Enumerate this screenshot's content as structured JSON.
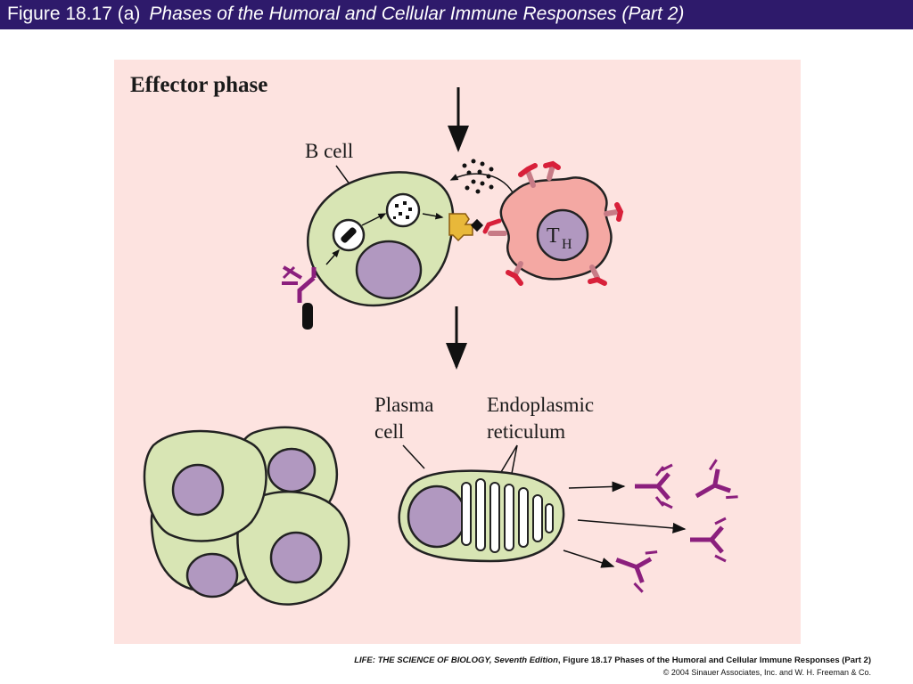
{
  "header": {
    "figure_number": "Figure 18.17 (a)",
    "figure_title": "Phases of the Humoral and Cellular Immune Responses (Part 2)"
  },
  "diagram": {
    "heading": "Effector phase",
    "labels": {
      "b_cell": "B cell",
      "th_main": "T",
      "th_sub": "H",
      "plasma_line1": "Plasma",
      "plasma_line2": "cell",
      "er_line1": "Endoplasmic",
      "er_line2": "reticulum"
    },
    "colors": {
      "background": "#fde3e0",
      "cell_fill": "#d8e5b4",
      "nucleus_fill": "#b198c0",
      "th_cell_fill": "#f4a8a3",
      "antibody": "#8b1f7d",
      "receptor_red": "#d8203a",
      "receptor_pink": "#c77b86",
      "signal_gold": "#e8b83a",
      "outline": "#222222",
      "title_bar": "#2e1a6b"
    }
  },
  "footer": {
    "book_title": "LIFE: THE SCIENCE OF BIOLOGY, Seventh Edition",
    "figure_ref": ", Figure 18.17 Phases of the Humoral and Cellular Immune Responses (Part 2)",
    "copyright": "© 2004 Sinauer Associates, Inc. and W. H. Freeman & Co."
  }
}
